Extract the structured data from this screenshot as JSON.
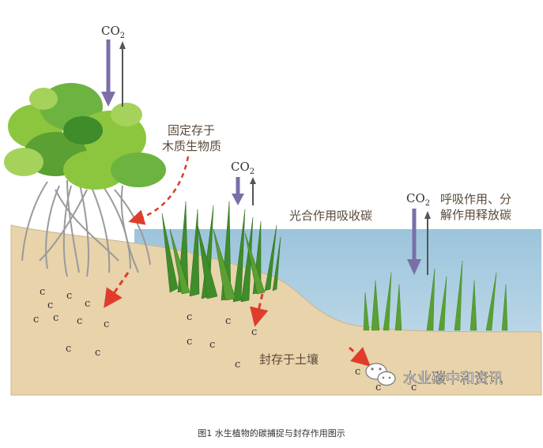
{
  "diagram": {
    "co2_labels": [
      "CO",
      "CO",
      "CO"
    ],
    "co2_subscript": "2",
    "label_wood": [
      "固定存于",
      "木质生物质"
    ],
    "label_photosynthesis": "光合作用吸收碳",
    "label_respiration": [
      "呼吸作用、分",
      "解作用释放碳"
    ],
    "label_soil": "封存于土壤",
    "carbon_letter": "c",
    "colors": {
      "soil": "#e8d3ab",
      "soil_edge": "#c9b58c",
      "water": "#a9cbdf",
      "arrow_down": "#7b6fa8",
      "arrow_up": "#555555",
      "dashed_arrow": "#e03c2c",
      "leaf_light": "#8cc63f",
      "leaf_dark": "#3f8c2a",
      "root": "#9a9a9a"
    }
  },
  "watermark": {
    "text": "水业碳中和资讯",
    "icon": "wechat-icon"
  },
  "caption": "图1  水生植物的碳捕捉与封存作用图示"
}
